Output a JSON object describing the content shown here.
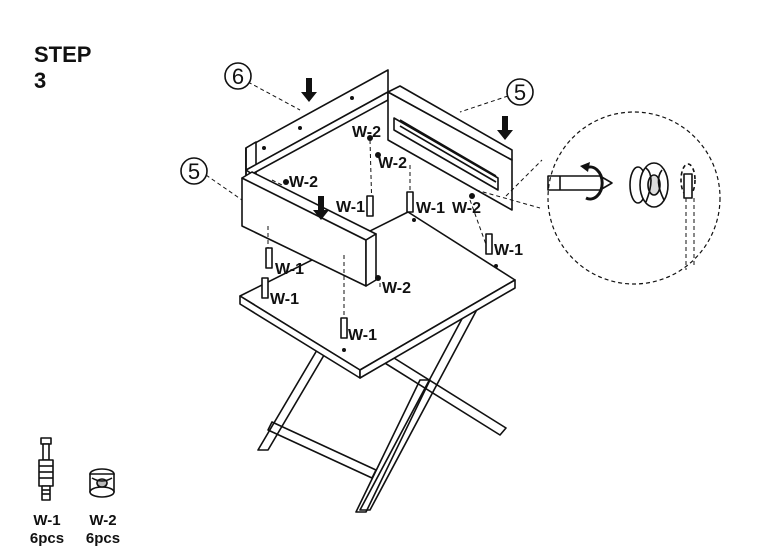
{
  "step": {
    "line1": "STEP",
    "line2": "3"
  },
  "callouts": {
    "board_back": "6",
    "board_side_left": "5",
    "board_side_right": "5"
  },
  "fittings": {
    "w1": "W-1",
    "w2": "W-2"
  },
  "legend": [
    {
      "code": "W-1",
      "qty": "6pcs",
      "icon": "dowel-screw-icon"
    },
    {
      "code": "W-2",
      "qty": "6pcs",
      "icon": "cam-lock-icon"
    }
  ]
}
